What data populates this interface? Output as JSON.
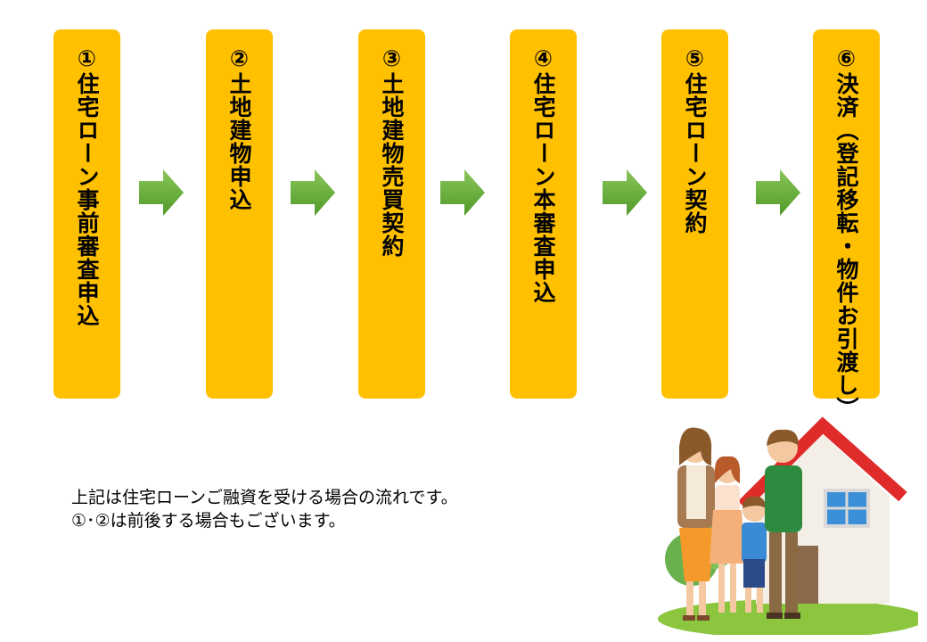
{
  "steps": [
    {
      "label": "①住宅ローン事前審査申込"
    },
    {
      "label": "②土地建物申込"
    },
    {
      "label": "③土地建物売買契約"
    },
    {
      "label": "④住宅ローン本審査申込"
    },
    {
      "label": "⑤住宅ローン契約"
    },
    {
      "label": "⑥決済（登記移転・物件お引渡し）"
    }
  ],
  "note": {
    "line1": "上記は住宅ローンご融資を受ける場合の流れです。",
    "line2": "①･②は前後する場合もございます。"
  },
  "colors": {
    "box": "#ffc000",
    "arrow": "#6aae3a",
    "roof": "#e02b2b"
  },
  "icons": [
    "arrow-right-icon",
    "family-house-illustration"
  ]
}
